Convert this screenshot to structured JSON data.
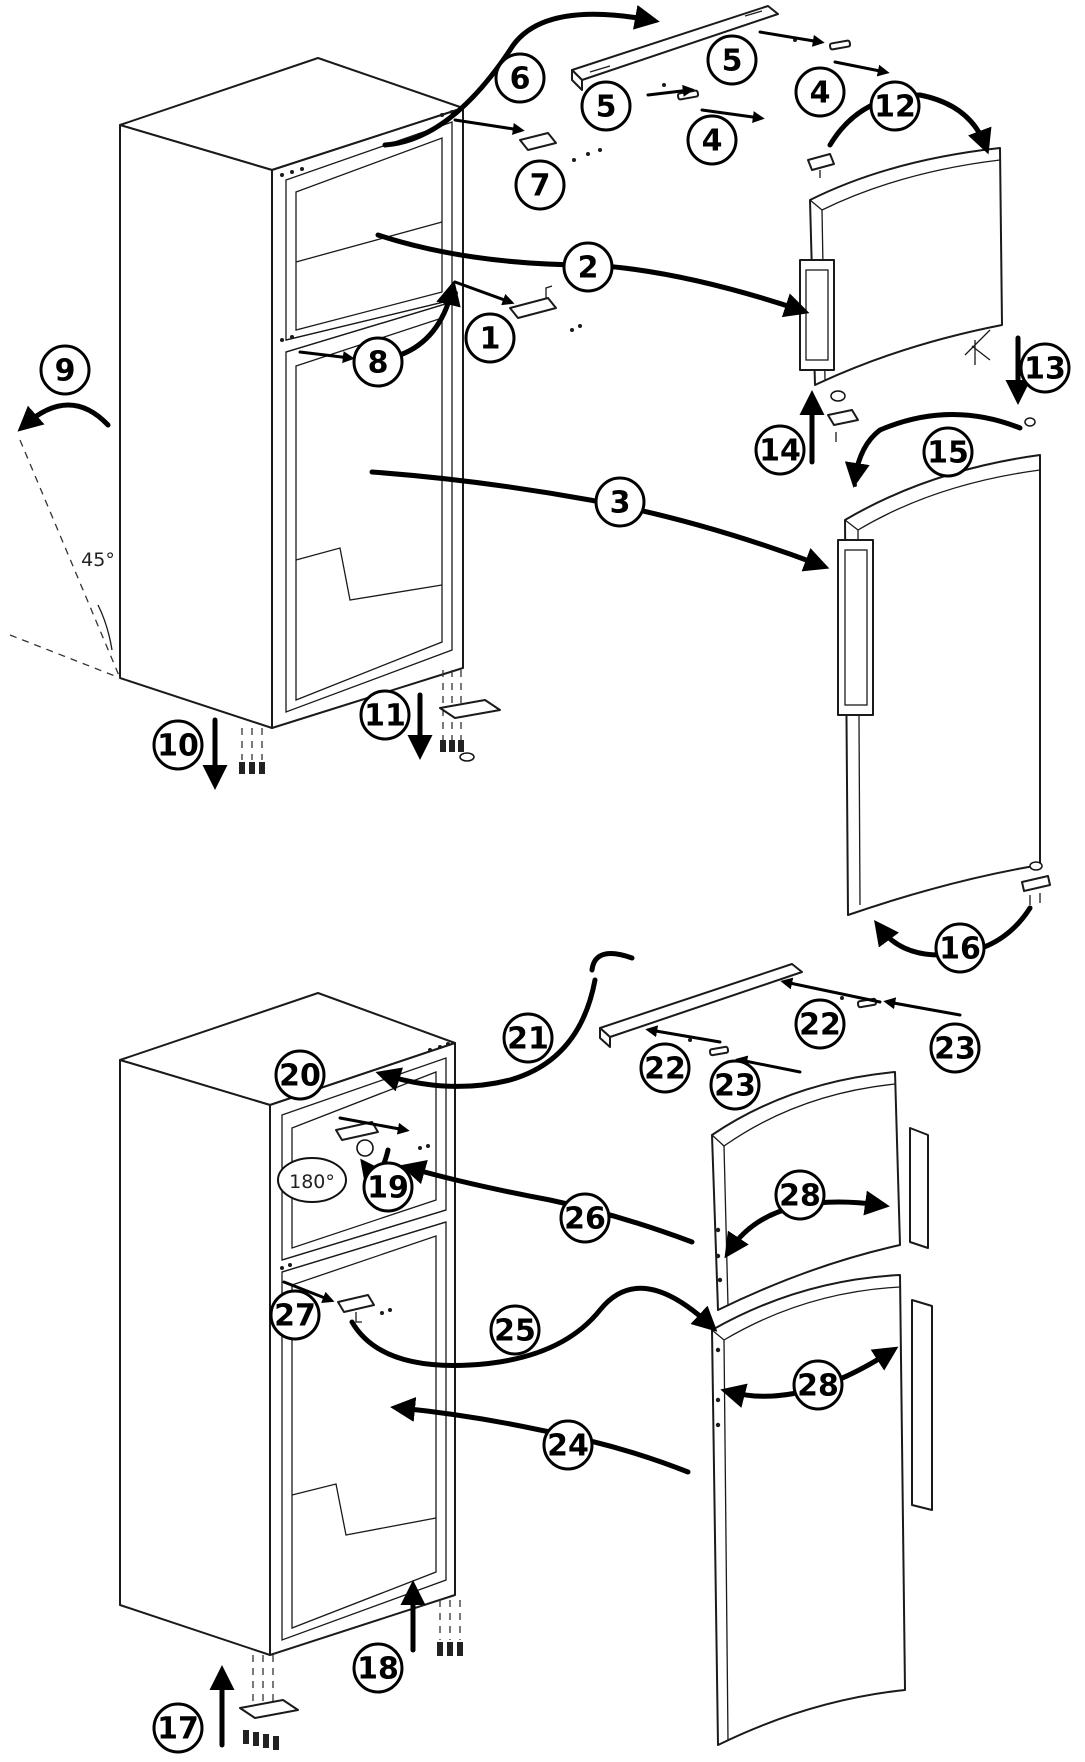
{
  "callouts": [
    "1",
    "2",
    "3",
    "4",
    "4",
    "5",
    "5",
    "6",
    "7",
    "8",
    "9",
    "10",
    "11",
    "12",
    "13",
    "14",
    "15",
    "16",
    "17",
    "18",
    "19",
    "20",
    "21",
    "22",
    "22",
    "23",
    "23",
    "24",
    "25",
    "26",
    "27",
    "28",
    "28"
  ],
  "labels": {
    "angle": "45°",
    "rotation": "180°"
  }
}
